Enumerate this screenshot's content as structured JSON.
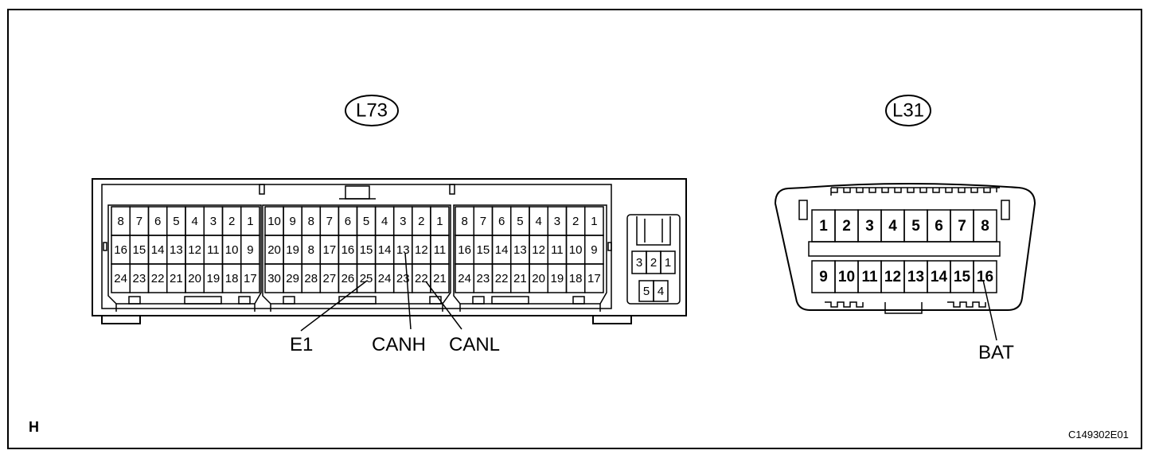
{
  "corner_letter": "H",
  "figure_code": "C149302E01",
  "connectors": {
    "ecu": {
      "label": "L73",
      "block_a": [
        [
          "8",
          "7",
          "6",
          "5",
          "4",
          "3",
          "2",
          "1"
        ],
        [
          "16",
          "15",
          "14",
          "13",
          "12",
          "11",
          "10",
          "9"
        ],
        [
          "24",
          "23",
          "22",
          "21",
          "20",
          "19",
          "18",
          "17"
        ]
      ],
      "block_b": [
        [
          "10",
          "9",
          "8",
          "7",
          "6",
          "5",
          "4",
          "3",
          "2",
          "1"
        ],
        [
          "20",
          "19",
          "8",
          "17",
          "16",
          "15",
          "14",
          "13",
          "12",
          "11"
        ],
        [
          "30",
          "29",
          "28",
          "27",
          "26",
          "25",
          "24",
          "23",
          "22",
          "21"
        ]
      ],
      "block_c": [
        [
          "8",
          "7",
          "6",
          "5",
          "4",
          "3",
          "2",
          "1"
        ],
        [
          "16",
          "15",
          "14",
          "13",
          "12",
          "11",
          "10",
          "9"
        ],
        [
          "24",
          "23",
          "22",
          "21",
          "20",
          "19",
          "18",
          "17"
        ]
      ],
      "small_top": [
        "3",
        "2",
        "1"
      ],
      "small_bottom": [
        "5",
        "4"
      ]
    },
    "dlc": {
      "label": "L31",
      "top_row": [
        "1",
        "2",
        "3",
        "4",
        "5",
        "6",
        "7",
        "8"
      ],
      "bottom_row": [
        "9",
        "10",
        "11",
        "12",
        "13",
        "14",
        "15",
        "16"
      ]
    }
  },
  "callouts": [
    {
      "text": "E1",
      "connector": "L73",
      "terminal": "25"
    },
    {
      "text": "CANH",
      "connector": "L73",
      "terminal": "13"
    },
    {
      "text": "CANL",
      "connector": "L73",
      "terminal": "22"
    },
    {
      "text": "BAT",
      "connector": "L31",
      "terminal": "16"
    }
  ]
}
